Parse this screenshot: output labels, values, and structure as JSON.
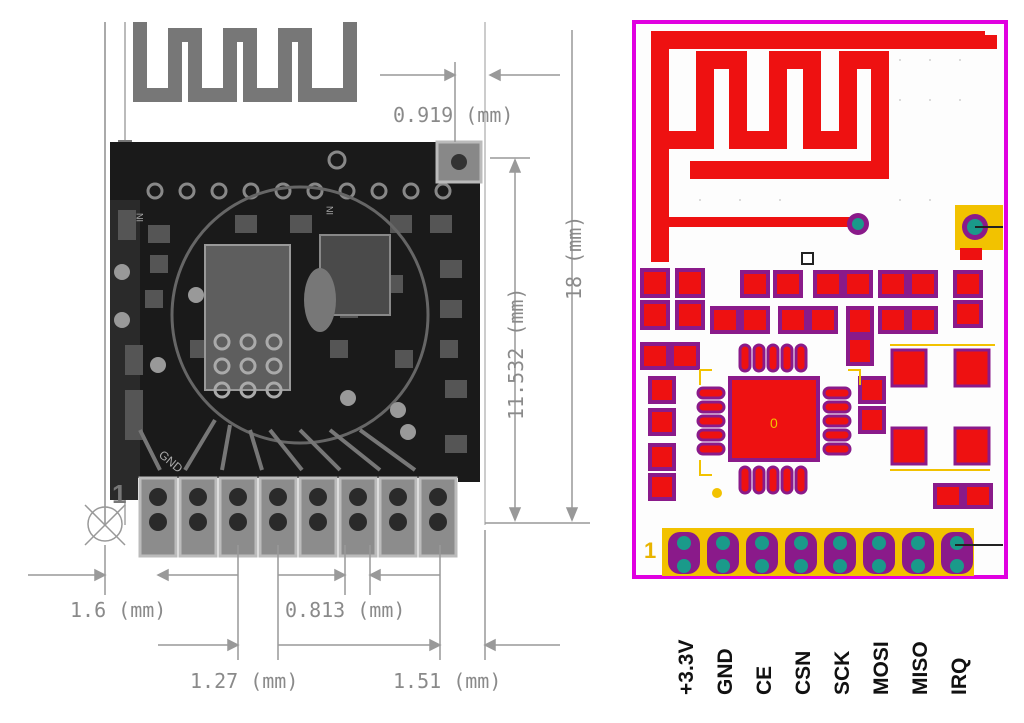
{
  "left_drawing": {
    "dimensions": {
      "pad_offset": "0.919 (mm)",
      "inner_height": "11.532 (mm)",
      "total_height": "18 (mm)",
      "edge_to_pin": "1.6 (mm)",
      "pin_width": "0.813 (mm)",
      "pin_pitch": "1.27 (mm)",
      "edge_margin": "1.51 (mm)"
    },
    "silk_labels": [
      "GND",
      "IN",
      "IN"
    ],
    "pin1_marker": "1"
  },
  "right_drawing": {
    "pin1_marker": "1",
    "center_mark": "0",
    "pin_labels": [
      "+3.3V",
      "GND",
      "CE",
      "CSN",
      "SCK",
      "MOSI",
      "MISO",
      "IRQ"
    ],
    "colors": {
      "outline": "#e000e0",
      "copper": "#ee1111",
      "pad_ring": "#8a1a8a",
      "pad_fill": "#1a9a8a",
      "highlight": "#f2c200"
    }
  }
}
